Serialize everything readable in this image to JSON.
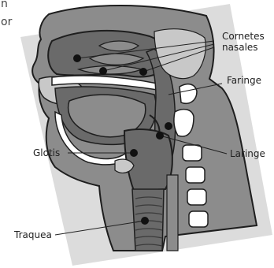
{
  "page": {
    "cropped_text_top": "n",
    "cropped_text_side": "or"
  },
  "diagram": {
    "labels": {
      "cornetes_line1": "Cornetes",
      "cornetes_line2": "nasales",
      "faringe": "Faringe",
      "laringe": "Laringe",
      "glotis": "Glotis",
      "traquea": "Traquea"
    }
  },
  "colors": {
    "background_panel": "#dcdcdc",
    "outer_tissue": "#8c8c8c",
    "airway": "#6a6a6a",
    "light_tissue": "#c8c8c8",
    "bone": "#ffffff",
    "outline": "#1e1e1e",
    "dot": "#111111"
  }
}
